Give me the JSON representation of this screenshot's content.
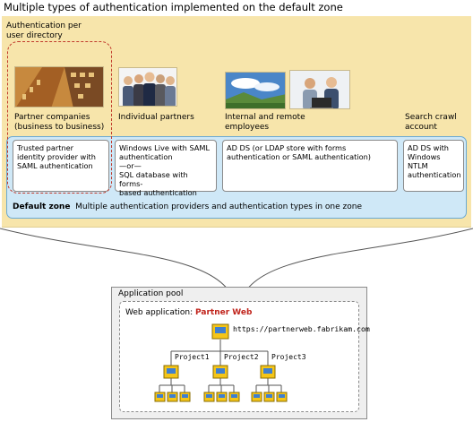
{
  "title": "Multiple types of authentication implemented on the default zone",
  "auth_per_directory": "Authentication per\nuser directory",
  "categories": [
    {
      "label": "Partner companies\n(business to business)",
      "box": "Trusted partner\nidentity provider with\nSAML authentication"
    },
    {
      "label": "Individual partners",
      "box": "Windows Live with SAML\nauthentication\n—or—\nSQL database with forms-\nbased authentication"
    },
    {
      "label": "Internal and remote\nemployees",
      "box": "AD DS  (or LDAP store with forms\nauthentication or SAML authentication)"
    },
    {
      "label": "Search crawl\naccount",
      "box": "AD DS with\nWindows NTLM\nauthentication"
    }
  ],
  "default_zone": {
    "name": "Default zone",
    "description": "Multiple authentication providers and authentication types in one zone"
  },
  "app_pool": {
    "label": "Application pool",
    "web_app_label": "Web application:",
    "web_app_name": "Partner Web",
    "url": "https://partnerweb.fabrikam.com",
    "projects": [
      "Project1",
      "Project2",
      "Project3"
    ]
  },
  "colors": {
    "outer_bg": "#f7e5ab",
    "zone_bg": "#cfe8f7",
    "highlight": "#c0392b",
    "web_app_name": "#c0231b"
  }
}
